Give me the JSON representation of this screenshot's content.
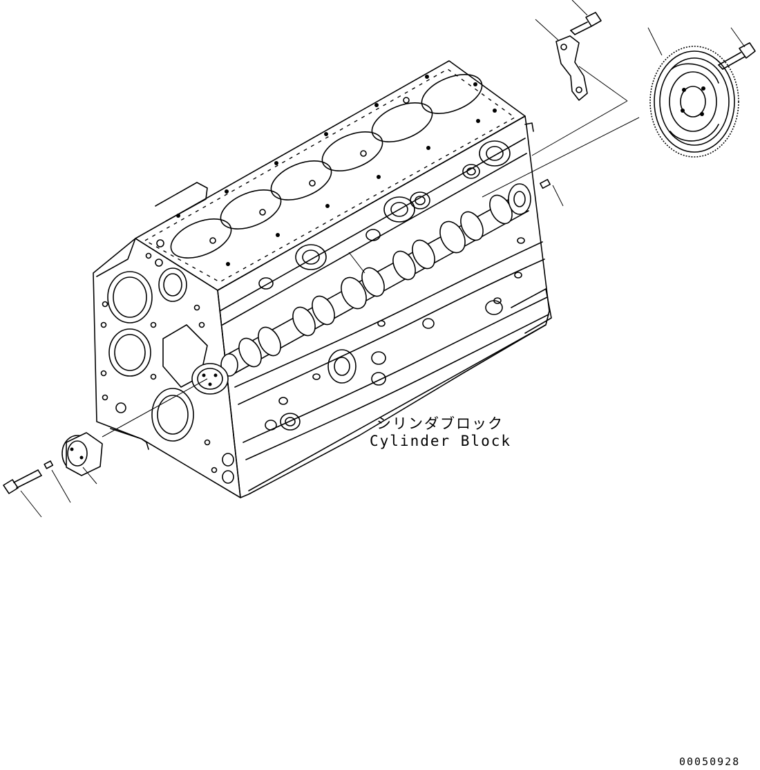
{
  "diagram": {
    "part_label_japanese": "シリンダブロック",
    "part_label_english": "Cylinder Block",
    "reference_number": "00050928"
  }
}
